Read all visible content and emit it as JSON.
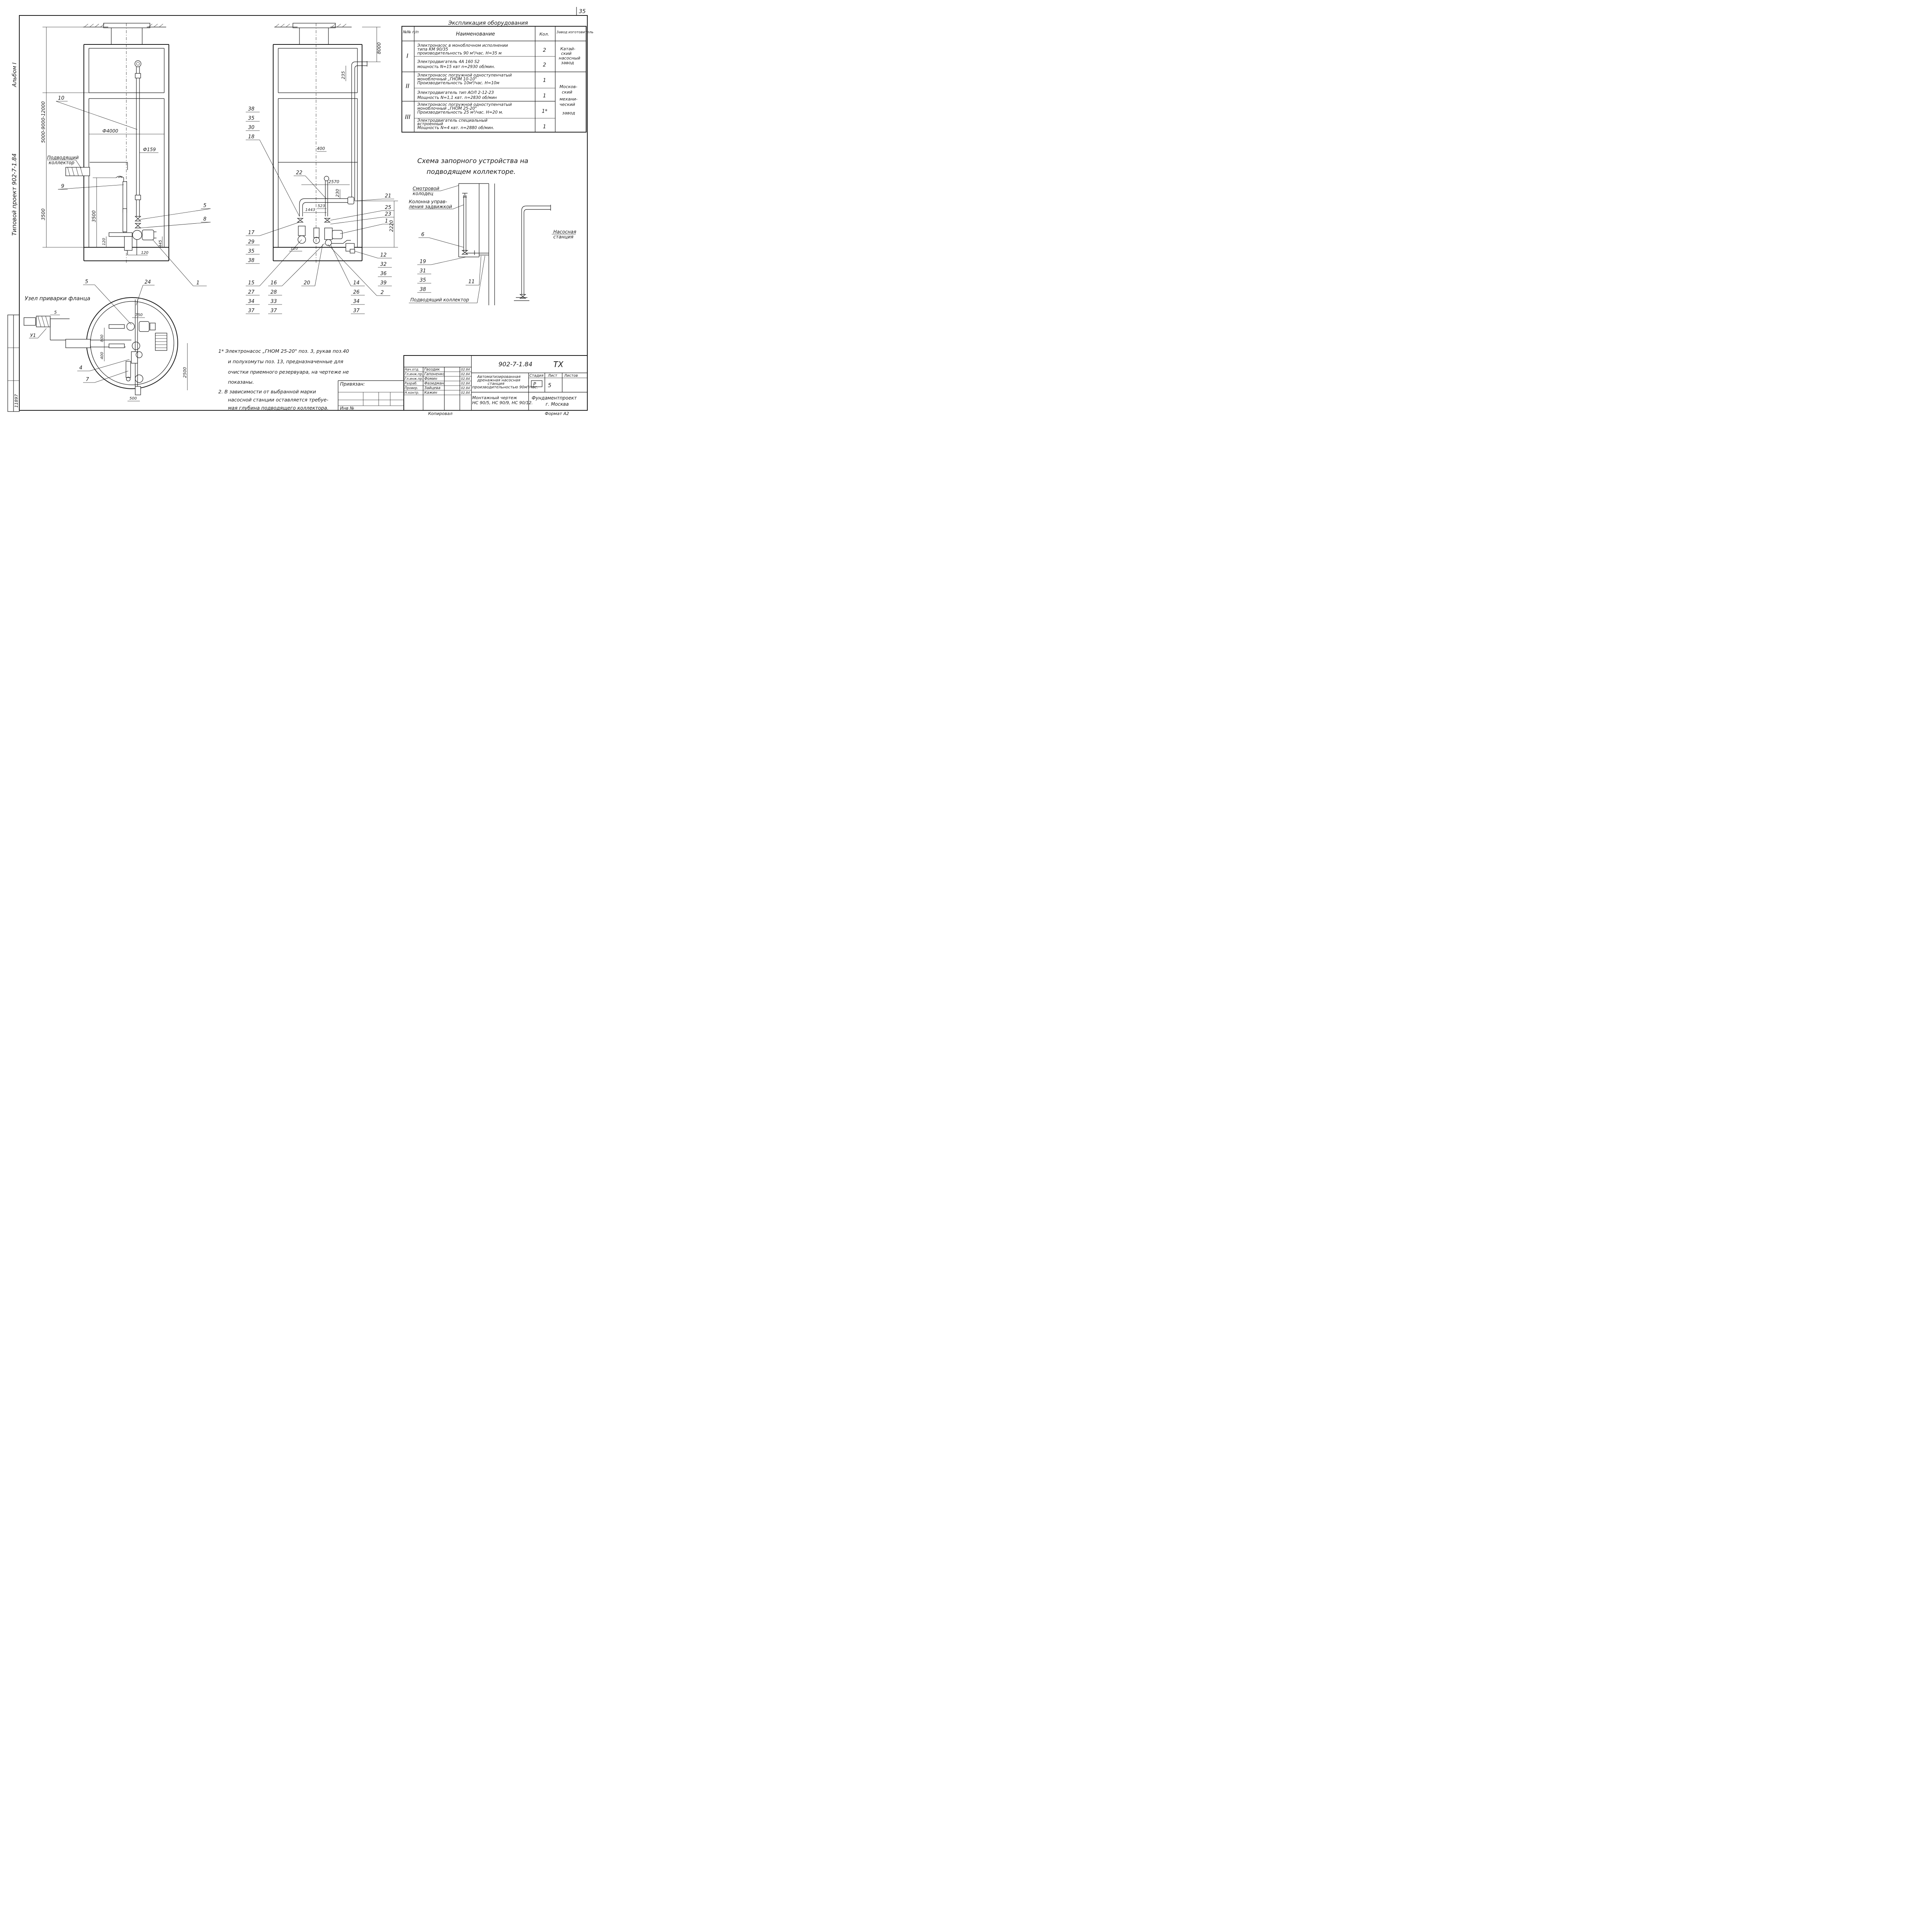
{
  "sheet": {
    "page_number": "35",
    "album": "Альбом I",
    "project_side": "Типовой проект 902-7-1.84",
    "inv_no": "11897"
  },
  "view1": {
    "callouts": [
      "10",
      "9",
      "5",
      "8",
      "1"
    ],
    "dims": [
      "5000-9000-12000",
      "3500",
      "3500",
      "Ф4000",
      "Ф159",
      "120",
      "120",
      "445",
      "120"
    ],
    "label_collector": "Подводящий коллектор"
  },
  "view2": {
    "dims": [
      "8000",
      "235",
      "400",
      "2570",
      "230",
      "523",
      "1443",
      "2220",
      "120"
    ],
    "callouts_top": [
      "22",
      "21",
      "25",
      "23",
      "1"
    ],
    "stack_left_top": [
      "38",
      "35",
      "30",
      "18"
    ],
    "stack_left_bottom": [
      "17",
      "29",
      "35",
      "38"
    ],
    "stack_right": [
      "12",
      "32",
      "36",
      "39"
    ],
    "stack_15": [
      "15",
      "27",
      "34",
      "37"
    ],
    "stack_16": [
      "16",
      "28",
      "33",
      "37"
    ],
    "stack_14": [
      "14",
      "26",
      "34",
      "37"
    ],
    "label_20": "20",
    "label_2": "2"
  },
  "spec_table": {
    "title": "Экспликация оборудования",
    "headers": [
      "№№ п/п",
      "Наименование",
      "Кол.",
      "Завод изготовитель"
    ],
    "groups": [
      {
        "num": "I",
        "rows": [
          {
            "name": [
              "Электронасос в моноблочном исполнении",
              "типа КМ 90/35",
              "производительность 90 м³/час. Н=35 м"
            ],
            "qty": "2"
          },
          {
            "name": [
              "Электродвигатель 4А 160 S2",
              "мощность N=15 квт n=2930 об/мин."
            ],
            "qty": "2"
          }
        ],
        "maker": [
          "Катай-",
          "ский",
          "насосный",
          "завод"
        ]
      },
      {
        "num": "II",
        "rows": [
          {
            "name": [
              "Электронасос погружной одноступенчатый",
              "моноблочный „ГНОМ 10-10\"",
              "Производительность 10м³/час. Н=10м"
            ],
            "qty": "1"
          },
          {
            "name": [
              "Электродвигатель тип АОЛ 2-12-2З",
              "Мощность N=1,1 квт. n=2830 об/мин"
            ],
            "qty": "1"
          }
        ],
        "maker": [
          "Москов-",
          "ский",
          "механи-",
          "ческий",
          "завод"
        ]
      },
      {
        "num": "III",
        "rows": [
          {
            "name": [
              "Электронасос погружной одноступенчатый",
              "моноблочный „ГНОМ 25-20\"",
              "Производительность 25 м³/час. Н=20 м."
            ],
            "qty": "1*"
          },
          {
            "name": [
              "Электродвигатель специальный",
              "встроенный",
              "Мощность N=4 квт. n=2880 об/мин."
            ],
            "qty": "1"
          }
        ],
        "maker": []
      }
    ]
  },
  "scheme": {
    "title_lines": [
      "Схема запорного устройства на",
      "подводящем коллекторе."
    ],
    "labels": {
      "manhole": "Смотровой колодец",
      "column": "Колонна управ- ления задвижкой",
      "station": "Насосная станция",
      "collector": "Подводящий коллектор"
    },
    "callouts": [
      "6",
      "11"
    ],
    "stack_19": [
      "19",
      "31",
      "35",
      "38"
    ]
  },
  "detail": {
    "title": "Узел приварки фланца",
    "dim": "5",
    "weld": "У1"
  },
  "plan": {
    "callouts": [
      "5",
      "24",
      "4",
      "7"
    ],
    "dims": [
      "750",
      "800",
      "400",
      "2500",
      "500"
    ]
  },
  "notes": [
    "1* Электронасос „ГНОМ 25-20\" поз. 3, рукав поз.40",
    "и полухомуты поз. 13, предназначенные для",
    "очистки приемного резервуара, на чертеже не",
    "показаны.",
    "2. В зависимости от выбранной марки",
    "насосной станции оставляется требуе-",
    "мая глубина подводящего коллектора."
  ],
  "title_block": {
    "code": "902-7-1.84",
    "sheet_type": "ТХ",
    "staff": [
      {
        "role": "Нач.отд.",
        "name": "Гвоздик",
        "date": "02.84"
      },
      {
        "role": "Гл.инж.пр.",
        "name": "Гапоненко",
        "date": "02.84"
      },
      {
        "role": "Гл.инж.пр.",
        "name": "Фомин",
        "date": "02.84"
      },
      {
        "role": "Разраб.",
        "name": "Фазидман",
        "date": "02.84"
      },
      {
        "role": "Провер.",
        "name": "Зайцева",
        "date": "02.84"
      },
      {
        "role": "Н.контр.",
        "name": "Кажин",
        "date": "02.84"
      }
    ],
    "bound": "Привязан:",
    "inv": "Инв №",
    "project_name": [
      "Автоматизированная",
      "дренажная насосная",
      "станция",
      "производительностью 90м³/час."
    ],
    "drawing_name": [
      "Монтажный чертеж",
      "НС 90/5, НС 90/9, НС 90/12."
    ],
    "stage_label": "Стадия",
    "sheet_label": "Лист",
    "sheets_label": "Листов",
    "stage": "Р",
    "sheet": "5",
    "org": [
      "Фундаментпроект",
      "г. Москва"
    ],
    "copied": "Копировал",
    "format": "Формат А2"
  }
}
